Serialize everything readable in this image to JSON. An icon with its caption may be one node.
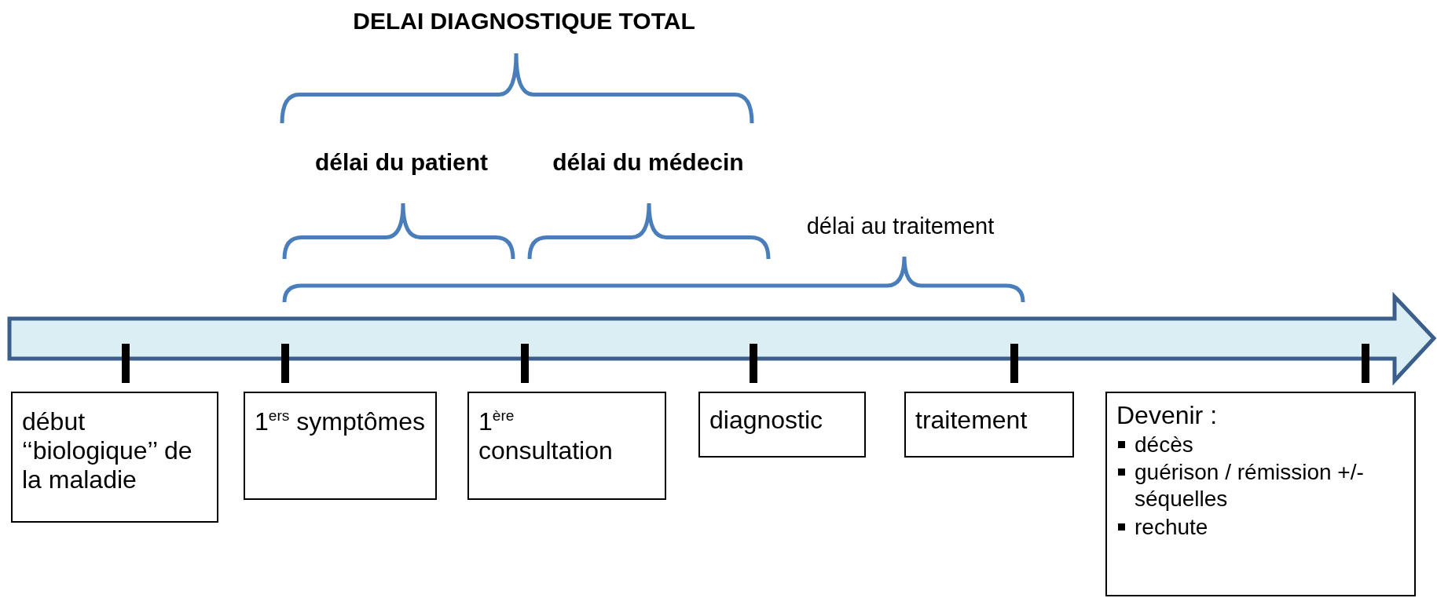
{
  "diagram": {
    "nodes": [
      {
        "text": [
          "début ‘‘biologique’’ de la maladie"
        ]
      },
      {
        "text": [
          "1$^{ers}$ symptômes"
        ]
      },
      {
        "text": [
          "1$^{ère}$ consultation"
        ]
      },
      {
        "text": [
          "diagnostic"
        ]
      },
      {
        "text": [
          "traitement"
        ]
      },
      {
        "text": [
          "Devenir :",
          "décès",
          "guérison / rémission +/- séquelles",
          "rechute"
        ]
      }
    ],
    "edges": [],
    "labels": [
      "DELAI  DIAGNOSTIQUE TOTAL",
      "délai du patient",
      "délai du médecin",
      "délai au traitement"
    ]
  }
}
